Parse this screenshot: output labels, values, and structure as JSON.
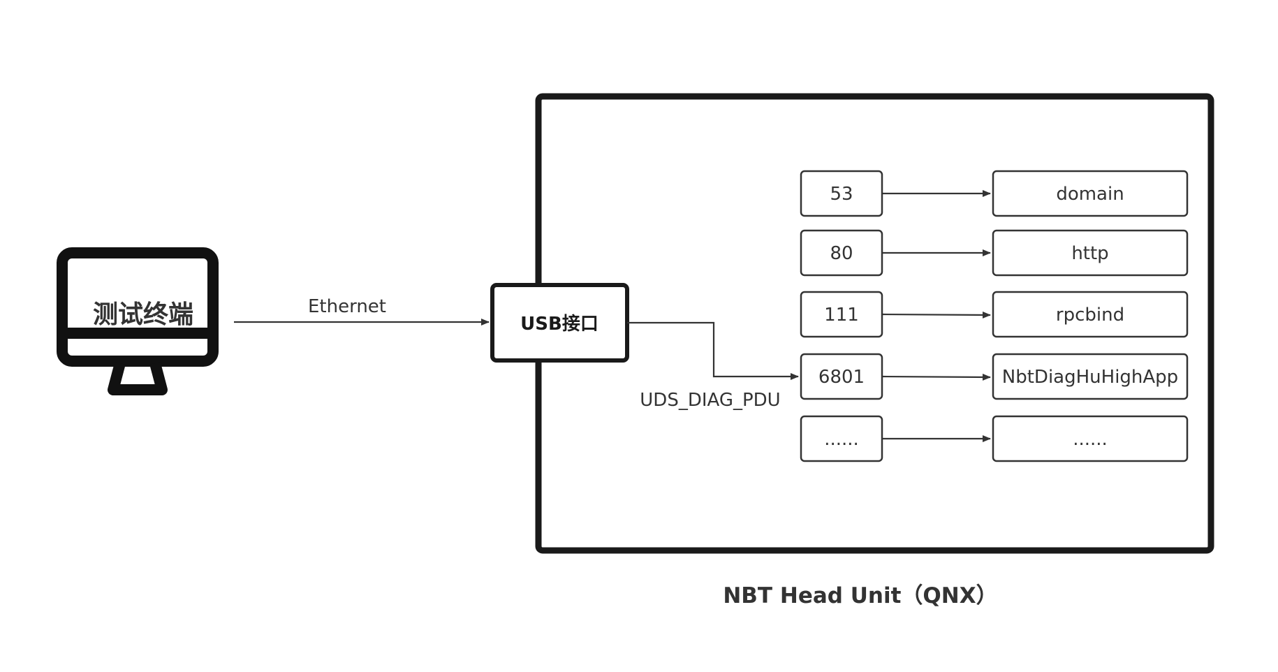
{
  "terminal": {
    "label": "测试终端"
  },
  "links": {
    "ethernet_label": "Ethernet",
    "uds_label": "UDS_DIAG_PDU"
  },
  "usb": {
    "label": "USB接口"
  },
  "head_unit": {
    "caption": "NBT Head Unit（QNX）"
  },
  "ports": [
    {
      "port": "53",
      "service": "domain"
    },
    {
      "port": "80",
      "service": "http"
    },
    {
      "port": "111",
      "service": "rpcbind"
    },
    {
      "port": "6801",
      "service": "NbtDiagHuHighApp"
    },
    {
      "port": "......",
      "service": "......"
    }
  ],
  "colors": {
    "stroke": "#1a1a1a",
    "text": "#333333",
    "background": "#ffffff"
  }
}
